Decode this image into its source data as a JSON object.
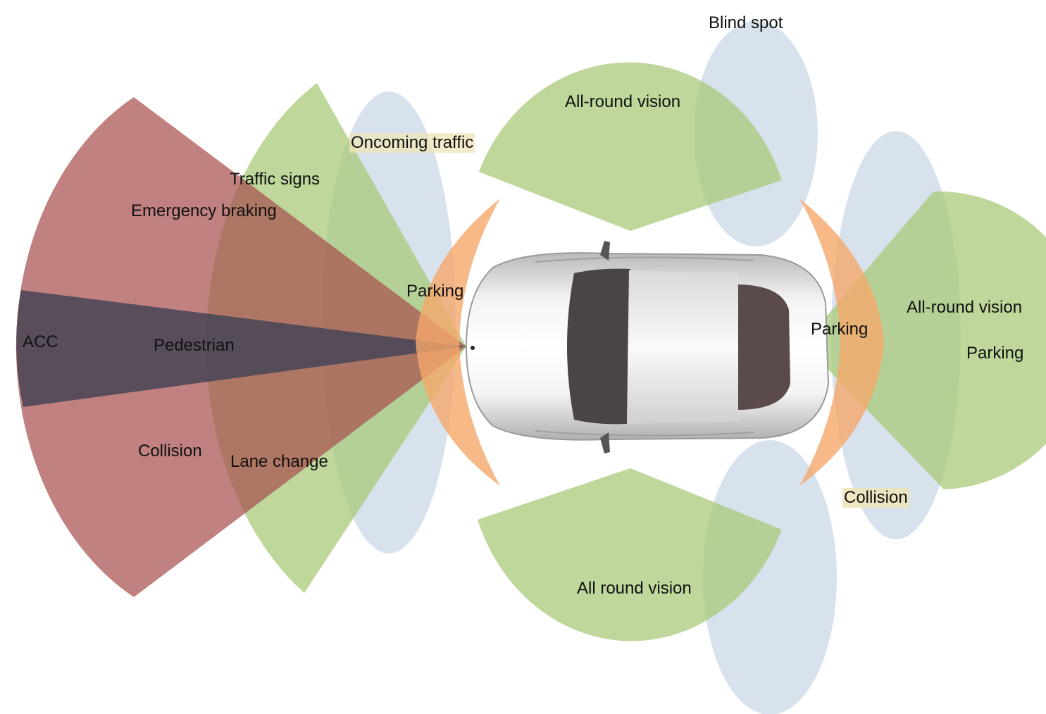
{
  "colors": {
    "background": "#ffffff",
    "acc_beam": "#4a4656",
    "collision_fan": "#a8504f",
    "vision_green": "#a9c979",
    "coverage_blue": "#c7d6e6",
    "parking_orange": "#f6a86c",
    "label_highlight": "#efe4b8",
    "label_text": "#111111",
    "car_body": "#e4e4e4",
    "car_glass": "#4a4444"
  },
  "icons": {
    "vehicle": "car-top-view-icon"
  },
  "labels": {
    "blind_spot": "Blind spot",
    "all_round_vision_top": "All-round vision",
    "oncoming_traffic": "Oncoming traffic",
    "traffic_signs": "Traffic signs",
    "emergency_braking": "Emergency braking",
    "parking_front": "Parking",
    "acc": "ACC",
    "pedestrian": "Pedestrian",
    "collision_front": "Collision",
    "lane_change": "Lane change",
    "all_round_vision_bottom": "All round vision",
    "parking_rear": "Parking",
    "all_round_vision_rear": "All-round vision",
    "parking_rear_right": "Parking",
    "collision_rear": "Collision"
  }
}
